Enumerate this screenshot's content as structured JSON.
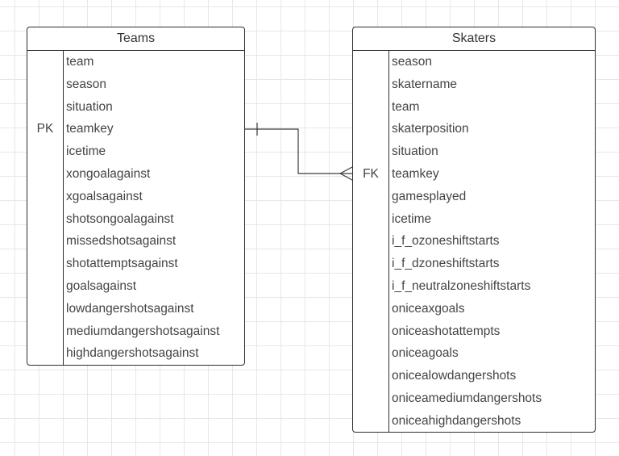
{
  "teams": {
    "title": "Teams",
    "rows": [
      {
        "key": "",
        "name": "team"
      },
      {
        "key": "",
        "name": "season"
      },
      {
        "key": "",
        "name": "situation"
      },
      {
        "key": "PK",
        "name": "teamkey"
      },
      {
        "key": "",
        "name": "icetime"
      },
      {
        "key": "",
        "name": "xongoalagainst"
      },
      {
        "key": "",
        "name": "xgoalsagainst"
      },
      {
        "key": "",
        "name": "shotsongoalagainst"
      },
      {
        "key": "",
        "name": "missedshotsagainst"
      },
      {
        "key": "",
        "name": "shotattemptsagainst"
      },
      {
        "key": "",
        "name": "goalsagainst"
      },
      {
        "key": "",
        "name": "lowdangershotsagainst"
      },
      {
        "key": "",
        "name": "mediumdangershotsagainst"
      },
      {
        "key": "",
        "name": "highdangershotsagainst"
      }
    ]
  },
  "skaters": {
    "title": "Skaters",
    "rows": [
      {
        "key": "",
        "name": "season"
      },
      {
        "key": "",
        "name": "skatername"
      },
      {
        "key": "",
        "name": "team"
      },
      {
        "key": "",
        "name": "skaterposition"
      },
      {
        "key": "",
        "name": "situation"
      },
      {
        "key": "FK",
        "name": "teamkey"
      },
      {
        "key": "",
        "name": "gamesplayed"
      },
      {
        "key": "",
        "name": "icetime"
      },
      {
        "key": "",
        "name": "i_f_ozoneshiftstarts"
      },
      {
        "key": "",
        "name": "i_f_dzoneshiftstarts"
      },
      {
        "key": "",
        "name": "i_f_neutralzoneshiftstarts"
      },
      {
        "key": "",
        "name": "oniceaxgoals"
      },
      {
        "key": "",
        "name": "oniceashotattempts"
      },
      {
        "key": "",
        "name": "oniceagoals"
      },
      {
        "key": "",
        "name": "onicealowdangershots"
      },
      {
        "key": "",
        "name": "oniceamediumdangershots"
      },
      {
        "key": "",
        "name": "oniceahighdangershots"
      }
    ]
  },
  "relationship": {
    "from": "Teams.teamkey",
    "to": "Skaters.teamkey",
    "from_cardinality": "one",
    "to_cardinality": "many"
  }
}
